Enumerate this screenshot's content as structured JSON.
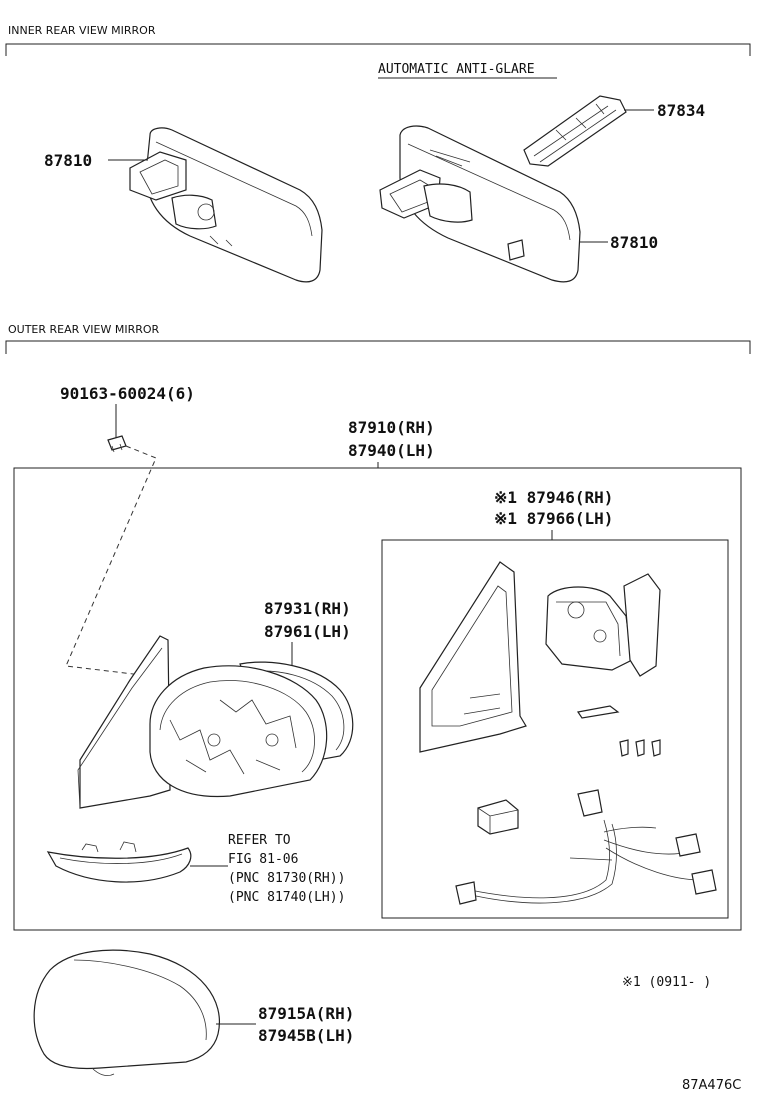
{
  "sections": {
    "inner": "INNER REAR VIEW MIRROR",
    "outer": "OUTER REAR VIEW MIRROR"
  },
  "subtitle": "AUTOMATIC ANTI-GLARE",
  "parts": {
    "p87810_left": "87810",
    "p87834": "87834",
    "p87810_right": "87810",
    "bolt": "90163-60024(6)",
    "assy_rh": "87910(RH)",
    "assy_lh": "87940(LH)",
    "sub_rh": "※1 87946(RH)",
    "sub_lh": "※1 87966(LH)",
    "glass_rh": "87931(RH)",
    "glass_lh": "87961(LH)",
    "cover_rh": "87915A(RH)",
    "cover_lh": "87945B(LH)"
  },
  "refer": {
    "line1": "REFER TO",
    "line2": "FIG 81-06",
    "line3": "(PNC 81730(RH))",
    "line4": "(PNC 81740(LH))"
  },
  "footnote": "※1 (0911-      )",
  "diagram_id": "87A476C"
}
